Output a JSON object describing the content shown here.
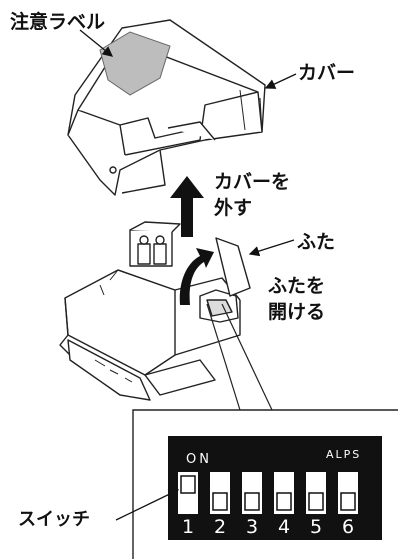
{
  "labels": {
    "caution_label": "注意ラベル",
    "cover": "カバー",
    "remove_cover_line1": "カバーを",
    "remove_cover_line2": "外す",
    "lid": "ふた",
    "open_lid_line1": "ふたを",
    "open_lid_line2": "開ける",
    "switch": "スイッチ"
  },
  "dip_switch": {
    "on_label": "ON",
    "brand": "ALPS",
    "positions": [
      "1",
      "2",
      "3",
      "4",
      "5",
      "6"
    ],
    "states": [
      "on",
      "off",
      "off",
      "off",
      "off",
      "off"
    ]
  }
}
